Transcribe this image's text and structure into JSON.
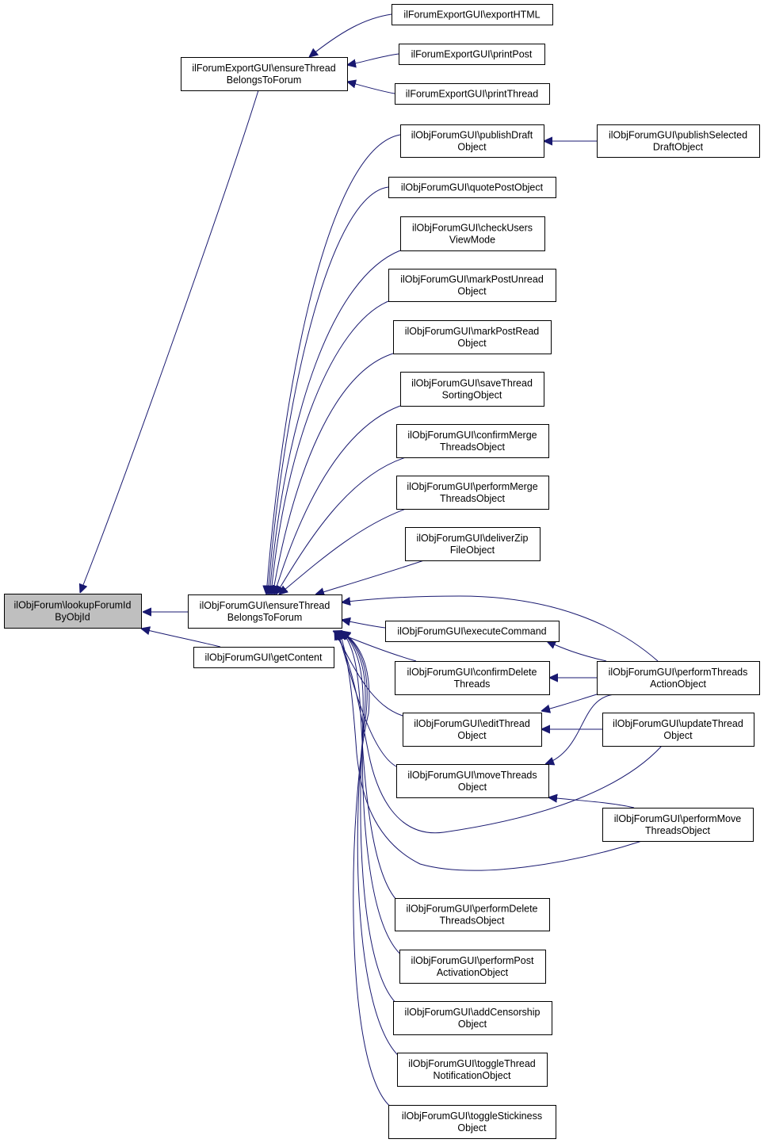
{
  "diagram": {
    "type": "call-graph",
    "edge_color": "#191970",
    "root_fill": "#bfbfbf",
    "nodes": [
      {
        "id": "n0",
        "lines": [
          "ilObjForum\\lookupForumId",
          "ByObjId"
        ],
        "root": true
      },
      {
        "id": "n1",
        "lines": [
          "ilForumExportGUI\\ensureThread",
          "BelongsToForum"
        ]
      },
      {
        "id": "n2",
        "lines": [
          "ilObjForumGUI\\ensureThread",
          "BelongsToForum"
        ]
      },
      {
        "id": "n3",
        "lines": [
          "ilObjForumGUI\\getContent"
        ]
      },
      {
        "id": "n4",
        "lines": [
          "ilForumExportGUI\\exportHTML"
        ]
      },
      {
        "id": "n5",
        "lines": [
          "ilForumExportGUI\\printPost"
        ]
      },
      {
        "id": "n6",
        "lines": [
          "ilForumExportGUI\\printThread"
        ]
      },
      {
        "id": "n7",
        "lines": [
          "ilObjForumGUI\\publishDraft",
          "Object"
        ]
      },
      {
        "id": "n8",
        "lines": [
          "ilObjForumGUI\\publishSelected",
          "DraftObject"
        ]
      },
      {
        "id": "n9",
        "lines": [
          "ilObjForumGUI\\quotePostObject"
        ]
      },
      {
        "id": "n10",
        "lines": [
          "ilObjForumGUI\\checkUsers",
          "ViewMode"
        ]
      },
      {
        "id": "n11",
        "lines": [
          "ilObjForumGUI\\markPostUnread",
          "Object"
        ]
      },
      {
        "id": "n12",
        "lines": [
          "ilObjForumGUI\\markPostRead",
          "Object"
        ]
      },
      {
        "id": "n13",
        "lines": [
          "ilObjForumGUI\\saveThread",
          "SortingObject"
        ]
      },
      {
        "id": "n14",
        "lines": [
          "ilObjForumGUI\\confirmMerge",
          "ThreadsObject"
        ]
      },
      {
        "id": "n15",
        "lines": [
          "ilObjForumGUI\\performMerge",
          "ThreadsObject"
        ]
      },
      {
        "id": "n16",
        "lines": [
          "ilObjForumGUI\\deliverZip",
          "FileObject"
        ]
      },
      {
        "id": "n17",
        "lines": [
          "ilObjForumGUI\\executeCommand"
        ]
      },
      {
        "id": "n18",
        "lines": [
          "ilObjForumGUI\\confirmDelete",
          "Threads"
        ]
      },
      {
        "id": "n19",
        "lines": [
          "ilObjForumGUI\\performThreads",
          "ActionObject"
        ]
      },
      {
        "id": "n20",
        "lines": [
          "ilObjForumGUI\\editThread",
          "Object"
        ]
      },
      {
        "id": "n21",
        "lines": [
          "ilObjForumGUI\\updateThread",
          "Object"
        ]
      },
      {
        "id": "n22",
        "lines": [
          "ilObjForumGUI\\moveThreads",
          "Object"
        ]
      },
      {
        "id": "n23",
        "lines": [
          "ilObjForumGUI\\performMove",
          "ThreadsObject"
        ]
      },
      {
        "id": "n24",
        "lines": [
          "ilObjForumGUI\\performDelete",
          "ThreadsObject"
        ]
      },
      {
        "id": "n25",
        "lines": [
          "ilObjForumGUI\\performPost",
          "ActivationObject"
        ]
      },
      {
        "id": "n26",
        "lines": [
          "ilObjForumGUI\\addCensorship",
          "Object"
        ]
      },
      {
        "id": "n27",
        "lines": [
          "ilObjForumGUI\\toggleThread",
          "NotificationObject"
        ]
      },
      {
        "id": "n28",
        "lines": [
          "ilObjForumGUI\\toggleStickiness",
          "Object"
        ]
      }
    ],
    "edges": [
      {
        "from": "n1",
        "to": "n0"
      },
      {
        "from": "n2",
        "to": "n0"
      },
      {
        "from": "n3",
        "to": "n0"
      },
      {
        "from": "n4",
        "to": "n1"
      },
      {
        "from": "n5",
        "to": "n1"
      },
      {
        "from": "n6",
        "to": "n1"
      },
      {
        "from": "n7",
        "to": "n2"
      },
      {
        "from": "n8",
        "to": "n7"
      },
      {
        "from": "n9",
        "to": "n2"
      },
      {
        "from": "n10",
        "to": "n2"
      },
      {
        "from": "n11",
        "to": "n2"
      },
      {
        "from": "n12",
        "to": "n2"
      },
      {
        "from": "n13",
        "to": "n2"
      },
      {
        "from": "n14",
        "to": "n2"
      },
      {
        "from": "n15",
        "to": "n2"
      },
      {
        "from": "n16",
        "to": "n2"
      },
      {
        "from": "n17",
        "to": "n2"
      },
      {
        "from": "n18",
        "to": "n2"
      },
      {
        "from": "n19",
        "to": "n2"
      },
      {
        "from": "n19",
        "to": "n17"
      },
      {
        "from": "n19",
        "to": "n18"
      },
      {
        "from": "n19",
        "to": "n20"
      },
      {
        "from": "n19",
        "to": "n22"
      },
      {
        "from": "n20",
        "to": "n2"
      },
      {
        "from": "n21",
        "to": "n20"
      },
      {
        "from": "n21",
        "to": "n2"
      },
      {
        "from": "n22",
        "to": "n2"
      },
      {
        "from": "n23",
        "to": "n22"
      },
      {
        "from": "n23",
        "to": "n2"
      },
      {
        "from": "n24",
        "to": "n2"
      },
      {
        "from": "n25",
        "to": "n2"
      },
      {
        "from": "n26",
        "to": "n2"
      },
      {
        "from": "n27",
        "to": "n2"
      },
      {
        "from": "n28",
        "to": "n2"
      }
    ]
  }
}
